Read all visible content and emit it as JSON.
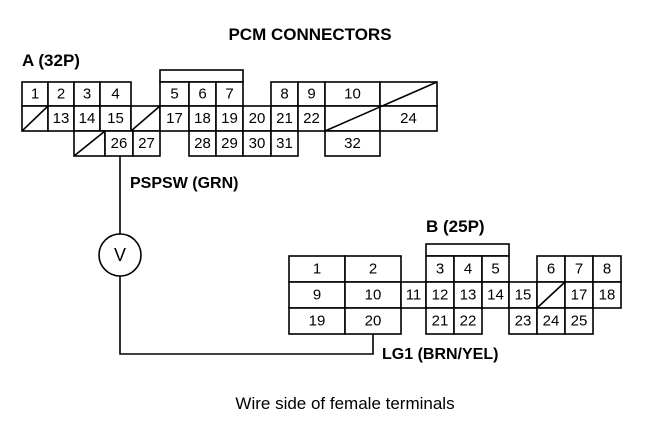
{
  "title": "PCM CONNECTORS",
  "connector_a": {
    "label": "A (32P)",
    "cells": [
      "1",
      "2",
      "3",
      "4",
      "5",
      "6",
      "7",
      "8",
      "9",
      "10",
      "13",
      "14",
      "15",
      "17",
      "18",
      "19",
      "20",
      "21",
      "22",
      "24",
      "26",
      "27",
      "28",
      "29",
      "30",
      "31",
      "32"
    ]
  },
  "connector_b": {
    "label": "B (25P)",
    "cells": [
      "1",
      "2",
      "3",
      "4",
      "5",
      "6",
      "7",
      "8",
      "9",
      "10",
      "11",
      "12",
      "13",
      "14",
      "15",
      "17",
      "18",
      "19",
      "20",
      "21",
      "22",
      "23",
      "24",
      "25"
    ]
  },
  "wire_a": "PSPSW (GRN)",
  "wire_b": "LG1 (BRN/YEL)",
  "meter_symbol": "V",
  "meter_icon": "voltmeter-icon",
  "caption": "Wire side of female terminals"
}
